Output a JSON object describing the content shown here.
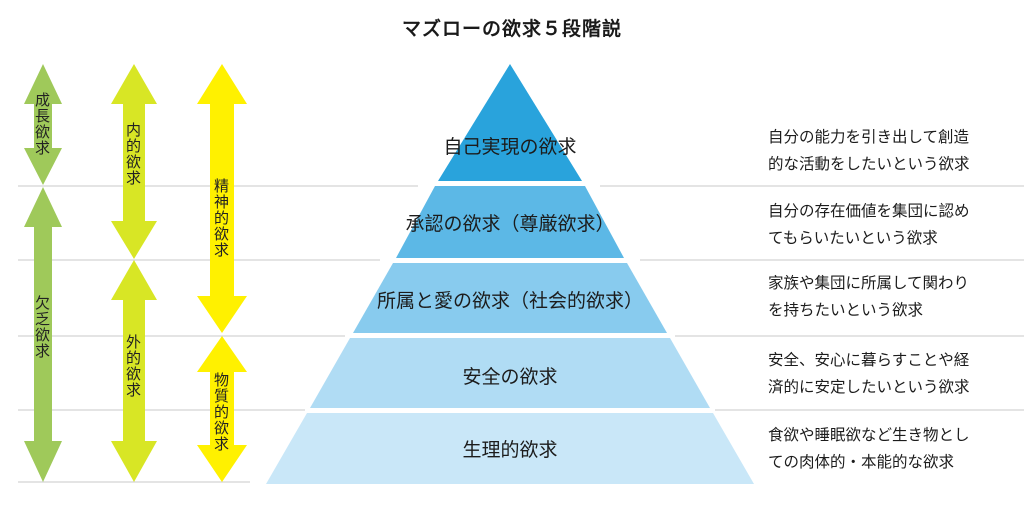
{
  "title": "マズローの欲求５段階説",
  "colors": {
    "green": "#9fc95a",
    "chartreuse": "#d8e625",
    "yellow": "#fff100",
    "tier1": "#29a3dc",
    "tier2": "#5cb8e6",
    "tier3": "#88cbee",
    "tier4": "#b0dcf4",
    "tier5": "#c9e7f8",
    "divider": "#c8c8c8"
  },
  "tiers": [
    {
      "label": "自己実現の欲求",
      "desc": [
        "自分の能力を引き出して創造",
        "的な活動をしたいという欲求"
      ]
    },
    {
      "label": "承認の欲求（尊厳欲求）",
      "desc": [
        "自分の存在価値を集団に認め",
        "てもらいたいという欲求"
      ]
    },
    {
      "label": "所属と愛の欲求（社会的欲求）",
      "desc": [
        "家族や集団に所属して関わり",
        "を持ちたいという欲求"
      ]
    },
    {
      "label": "安全の欲求",
      "desc": [
        "安全、安心に暮らすことや経",
        "済的に安定したいという欲求"
      ]
    },
    {
      "label": "生理的欲求",
      "desc": [
        "食欲や睡眠欲など生き物とし",
        "ての肉体的・本能的な欲求"
      ]
    }
  ],
  "arrows": {
    "growth": "成長欲求",
    "deficiency": "欠乏欲求",
    "internal": "内的欲求",
    "external": "外的欲求",
    "spiritual": "精神的欲求",
    "material": "物質的欲求"
  }
}
